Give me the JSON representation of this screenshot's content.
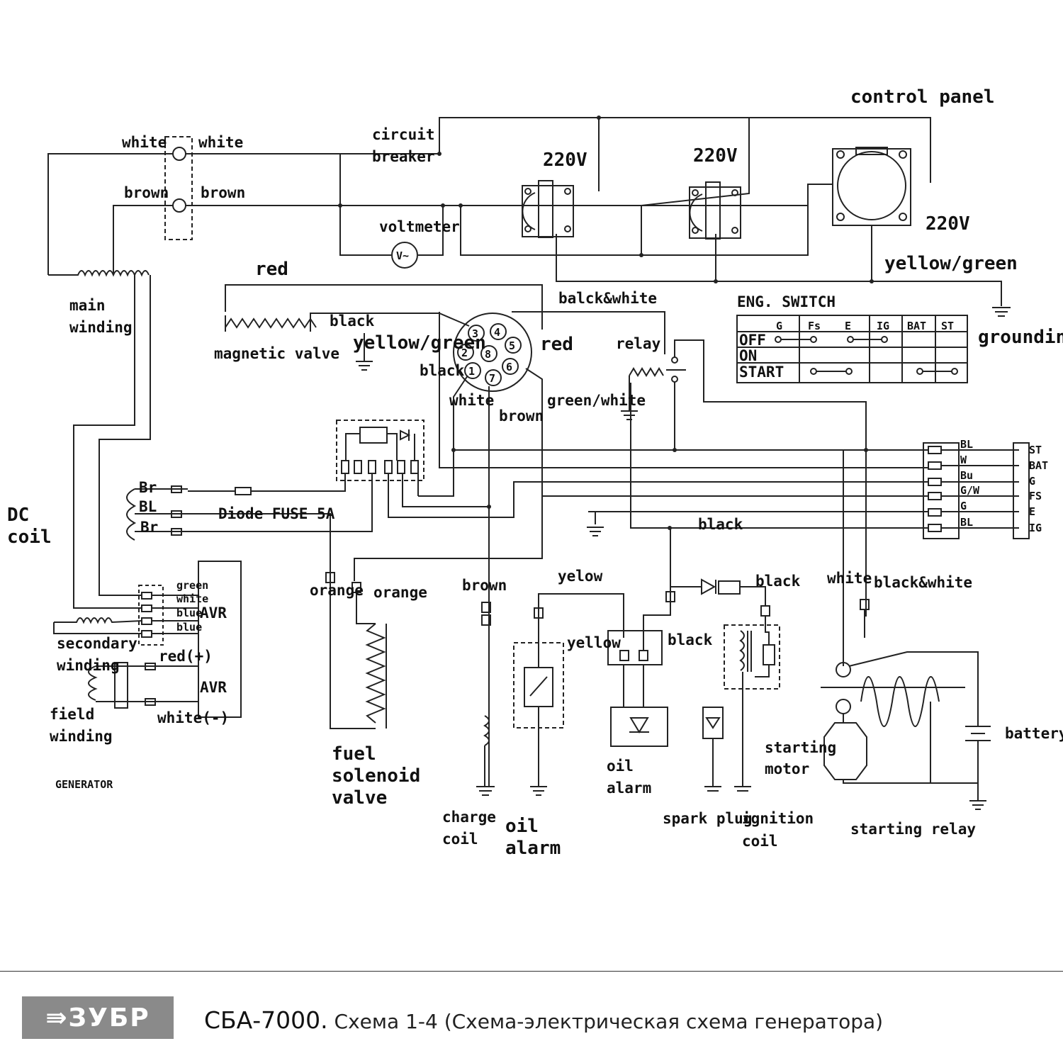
{
  "labels": {
    "control_panel": "control panel",
    "circuit": "circuit",
    "breaker": "breaker",
    "v220": "220V",
    "white": "white",
    "brown": "brown",
    "voltmeter": "voltmeter",
    "v_symbol": "V~",
    "yellow_green": "yellow/green",
    "grounding": "grounding",
    "main": "main",
    "winding": "winding",
    "red": "red",
    "black": "black",
    "magnetic_valve": "magnetic valve",
    "balck_white": "balck&white",
    "relay": "relay",
    "green_white": "green/white",
    "dc": "DC",
    "coil": "coil",
    "br": "Br",
    "bl": "BL",
    "diode_fuse": "Diode FUSE 5A",
    "green": "green",
    "blue": "blue",
    "avr": "AVR",
    "secondary": "secondary",
    "red_plus": "red(+)",
    "white_minus": "white(-)",
    "field": "field",
    "generator": "GENERATOR",
    "orange": "orange",
    "fuel": "fuel",
    "solenoid": "solenoid",
    "valve": "valve",
    "charge": "charge",
    "oil": "oil",
    "alarm": "alarm",
    "yellow": "yelow",
    "yellow2": "yellow",
    "spark_plug": "spark plug",
    "ignition": "ignition",
    "starting": "starting",
    "motor": "motor",
    "starting_relay": "starting relay",
    "black_white": "black&white",
    "battery": "battery",
    "w": "W",
    "bu": "Bu",
    "g": "G",
    "gw": "G/W",
    "st": "ST",
    "bat": "BAT",
    "fs": "FS",
    "e": "E",
    "ig": "IG"
  },
  "eng_switch": {
    "title": "ENG. SWITCH",
    "columns": [
      "G",
      "Fs",
      "E",
      "IG",
      "BAT",
      "ST"
    ],
    "rows": [
      "OFF",
      "ON",
      "START"
    ]
  },
  "connector_pins": [
    "1",
    "2",
    "3",
    "4",
    "5",
    "6",
    "7",
    "8"
  ],
  "footer": {
    "logo": "⇛ЗУБР",
    "model": "СБА-7000.",
    "caption": " Схема 1-4 (Схема-электрическая схема генератора)"
  }
}
